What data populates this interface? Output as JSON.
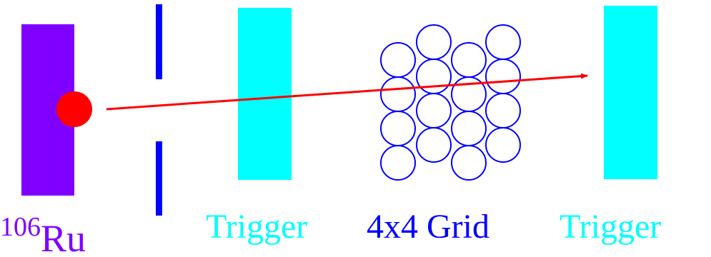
{
  "source": {
    "mass_number": "106",
    "element": "Ru",
    "color": "#8000ff"
  },
  "trigger_left": {
    "label": "Trigger",
    "color": "#00ffff"
  },
  "grid": {
    "label": "4x4 Grid",
    "color": "#0000ff",
    "rows": 4,
    "cols": 4
  },
  "trigger_right": {
    "label": "Trigger",
    "color": "#00ffff"
  },
  "collimator": {
    "color": "#0000ff"
  },
  "beam": {
    "color": "#ff0000"
  }
}
